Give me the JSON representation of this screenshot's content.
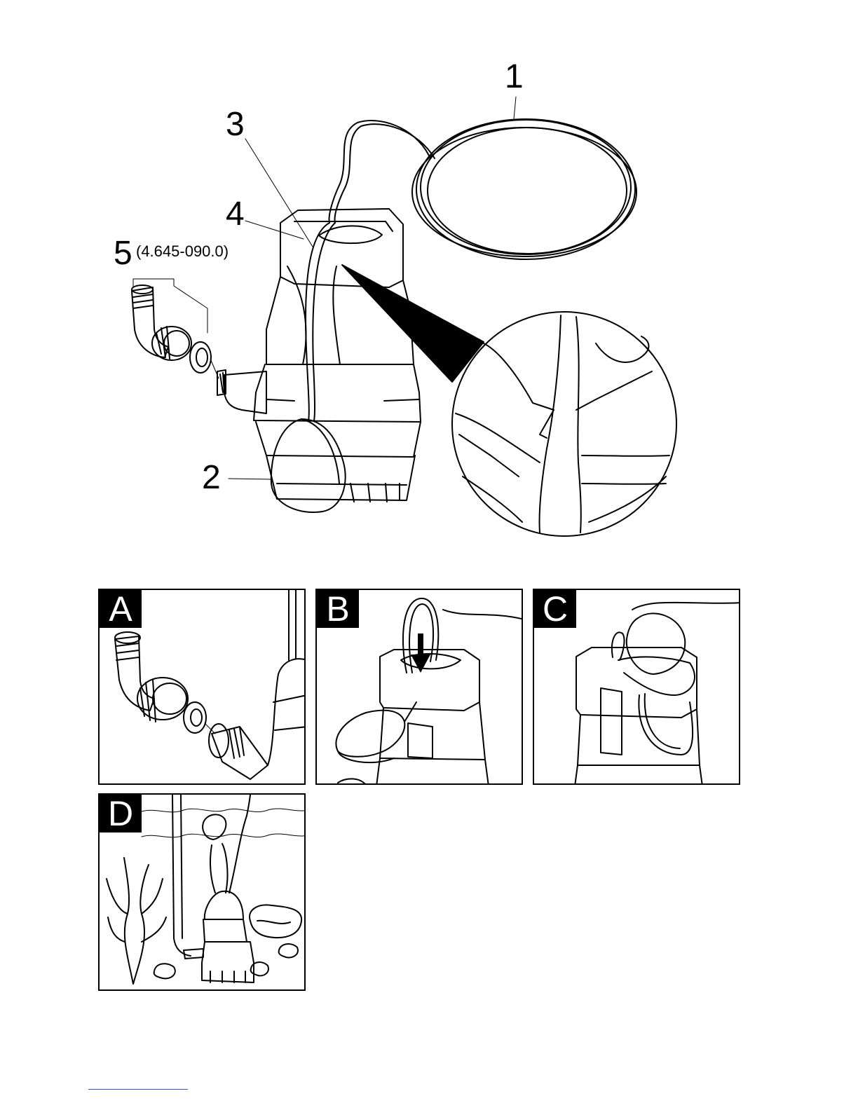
{
  "callouts": {
    "cable": "1",
    "float_switch": "2",
    "cable_holder": "3",
    "handle": "4",
    "connector": "5",
    "connector_part_no": "(4.645-090.0)"
  },
  "panels": [
    {
      "letter": "A"
    },
    {
      "letter": "B"
    },
    {
      "letter": "C"
    },
    {
      "letter": "D"
    }
  ],
  "colors": {
    "ink": "#000000",
    "paper": "#ffffff",
    "footer_link": "#3b4fd0"
  },
  "icons": [
    "pump-illustration",
    "magnifier-detail",
    "angle-connector",
    "float-switch",
    "plant",
    "stone"
  ]
}
